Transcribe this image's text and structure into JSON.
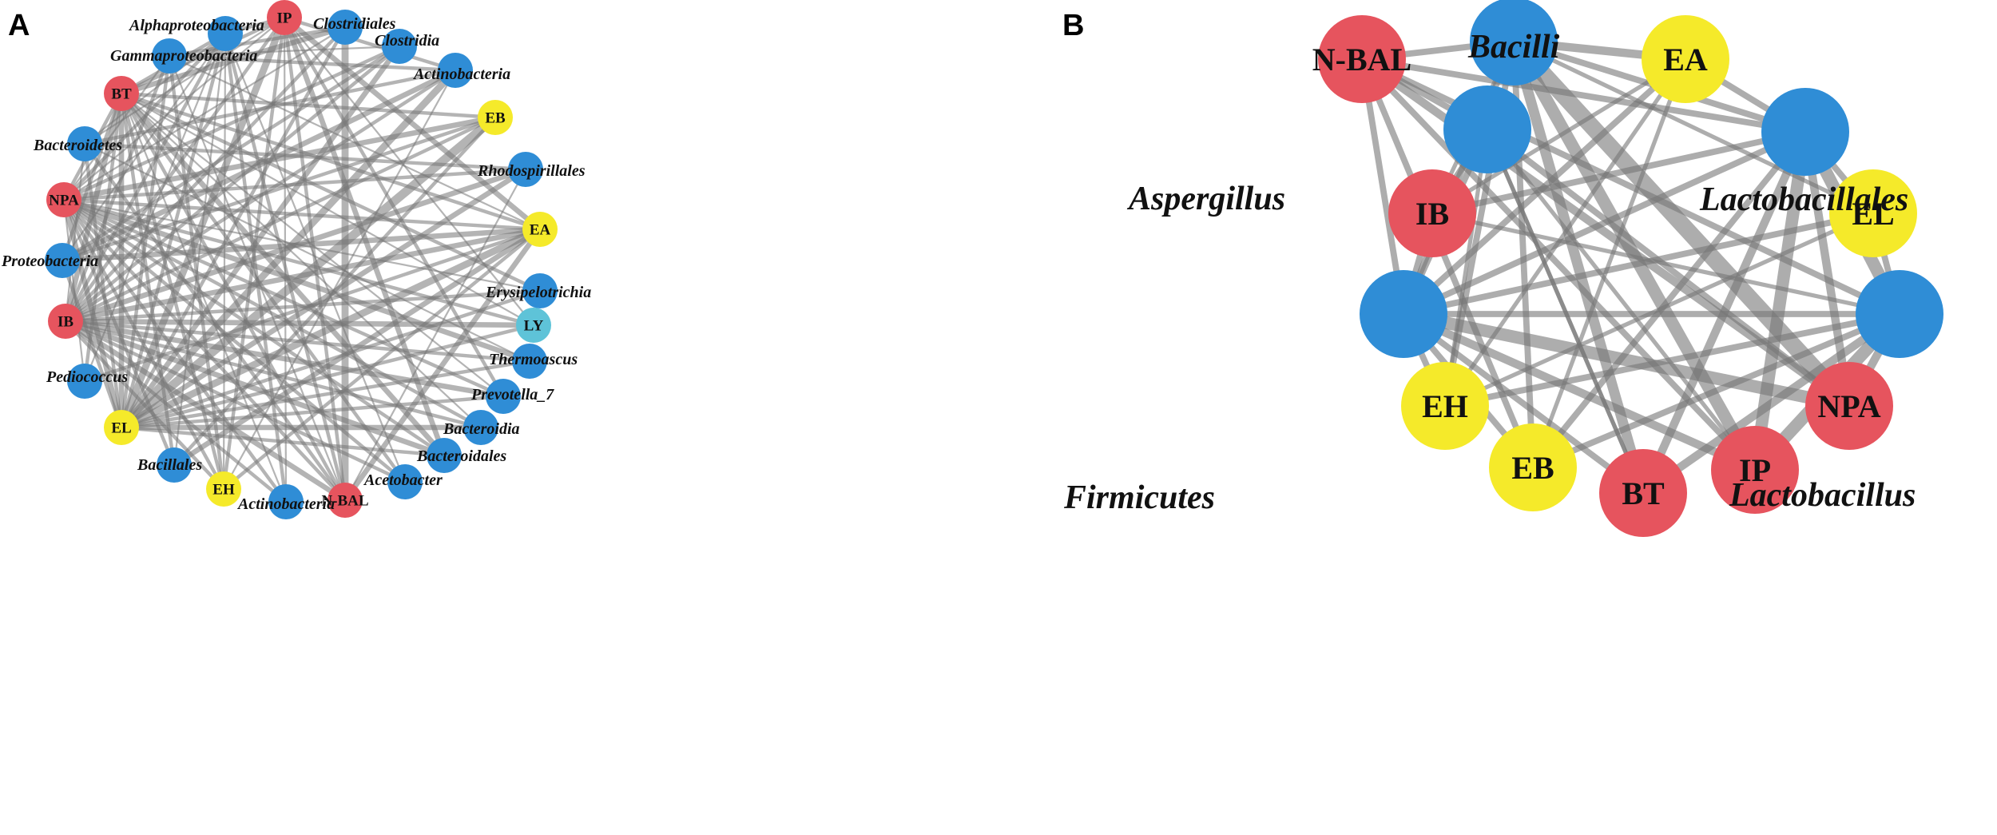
{
  "colors": {
    "taxon": "#2f8dd6",
    "treatment_red": "#e6545e",
    "treatment_yellow": "#f5ea2a",
    "cyan": "#5ec3d8",
    "edge": "#777777"
  },
  "panels": [
    {
      "letter": "A",
      "nodes": [
        {
          "name": "IP",
          "type": "treatment_red",
          "inner": true
        },
        {
          "name": "Clostridiales",
          "type": "taxon"
        },
        {
          "name": "Clostridia",
          "type": "taxon"
        },
        {
          "name": "Actinobacteria",
          "type": "taxon"
        },
        {
          "name": "EB",
          "type": "treatment_yellow",
          "inner": true
        },
        {
          "name": "Rhodospirillales",
          "type": "taxon"
        },
        {
          "name": "EA",
          "type": "treatment_yellow",
          "inner": true
        },
        {
          "name": "Erysipelotrichia",
          "type": "taxon"
        },
        {
          "name": "LY",
          "type": "cyan",
          "inner": true
        },
        {
          "name": "Thermoascus",
          "type": "taxon"
        },
        {
          "name": "Prevotella_7",
          "type": "taxon"
        },
        {
          "name": "Bacteroidia",
          "type": "taxon"
        },
        {
          "name": "Bacteroidales",
          "type": "taxon"
        },
        {
          "name": "Acetobacter",
          "type": "taxon"
        },
        {
          "name": "N-BAL",
          "type": "treatment_red",
          "inner": true
        },
        {
          "name": "Actinobacteria",
          "type": "taxon"
        },
        {
          "name": "EH",
          "type": "treatment_yellow",
          "inner": true
        },
        {
          "name": "Bacillales",
          "type": "taxon"
        },
        {
          "name": "EL",
          "type": "treatment_yellow",
          "inner": true
        },
        {
          "name": "Pediococcus",
          "type": "taxon"
        },
        {
          "name": "IB",
          "type": "treatment_red",
          "inner": true
        },
        {
          "name": "Proteobacteria",
          "type": "taxon"
        },
        {
          "name": "NPA",
          "type": "treatment_red",
          "inner": true
        },
        {
          "name": "Bacteroidetes",
          "type": "taxon"
        },
        {
          "name": "BT",
          "type": "treatment_red",
          "inner": true
        },
        {
          "name": "Gammaproteobacteria",
          "type": "taxon"
        },
        {
          "name": "Alphaproteobacteria",
          "type": "taxon"
        }
      ],
      "edges": [
        [
          0,
          3,
          2
        ],
        [
          0,
          6,
          3
        ],
        [
          0,
          8,
          1
        ],
        [
          0,
          10,
          2
        ],
        [
          0,
          12,
          3
        ],
        [
          0,
          14,
          2
        ],
        [
          0,
          15,
          1
        ],
        [
          0,
          18,
          4
        ],
        [
          0,
          20,
          2
        ],
        [
          0,
          22,
          1
        ],
        [
          0,
          24,
          2
        ],
        [
          0,
          26,
          2
        ],
        [
          0,
          23,
          1
        ],
        [
          0,
          16,
          2
        ],
        [
          1,
          14,
          4
        ],
        [
          1,
          18,
          2
        ],
        [
          1,
          20,
          2
        ],
        [
          1,
          22,
          1
        ],
        [
          1,
          24,
          3
        ],
        [
          1,
          25,
          2
        ],
        [
          2,
          18,
          3
        ],
        [
          2,
          20,
          2
        ],
        [
          2,
          22,
          2
        ],
        [
          2,
          25,
          1
        ],
        [
          2,
          21,
          2
        ],
        [
          3,
          18,
          4
        ],
        [
          3,
          20,
          2
        ],
        [
          3,
          21,
          3
        ],
        [
          3,
          23,
          2
        ],
        [
          3,
          25,
          2
        ],
        [
          3,
          16,
          1
        ],
        [
          4,
          18,
          5
        ],
        [
          4,
          20,
          2
        ],
        [
          4,
          22,
          3
        ],
        [
          4,
          24,
          2
        ],
        [
          4,
          21,
          2
        ],
        [
          4,
          17,
          2
        ],
        [
          5,
          20,
          3
        ],
        [
          5,
          22,
          2
        ],
        [
          5,
          18,
          3
        ],
        [
          5,
          14,
          1
        ],
        [
          5,
          23,
          2
        ],
        [
          6,
          18,
          4
        ],
        [
          6,
          20,
          3
        ],
        [
          6,
          22,
          2
        ],
        [
          6,
          24,
          2
        ],
        [
          6,
          21,
          3
        ],
        [
          6,
          16,
          2
        ],
        [
          6,
          14,
          3
        ],
        [
          6,
          19,
          2
        ],
        [
          6,
          17,
          3
        ],
        [
          6,
          25,
          1
        ],
        [
          7,
          18,
          2
        ],
        [
          7,
          20,
          2
        ],
        [
          7,
          22,
          1
        ],
        [
          7,
          24,
          2
        ],
        [
          8,
          20,
          3
        ],
        [
          8,
          22,
          2
        ],
        [
          8,
          18,
          2
        ],
        [
          8,
          24,
          1
        ],
        [
          9,
          20,
          2
        ],
        [
          9,
          22,
          3
        ],
        [
          9,
          18,
          2
        ],
        [
          9,
          23,
          1
        ],
        [
          10,
          20,
          3
        ],
        [
          10,
          22,
          2
        ],
        [
          10,
          18,
          2
        ],
        [
          10,
          24,
          1
        ],
        [
          11,
          20,
          2
        ],
        [
          11,
          22,
          2
        ],
        [
          11,
          24,
          1
        ],
        [
          11,
          18,
          3
        ],
        [
          12,
          20,
          3
        ],
        [
          12,
          22,
          2
        ],
        [
          12,
          24,
          3
        ],
        [
          12,
          18,
          2
        ],
        [
          13,
          20,
          2
        ],
        [
          13,
          22,
          2
        ],
        [
          13,
          24,
          2
        ],
        [
          13,
          26,
          1
        ],
        [
          14,
          20,
          3
        ],
        [
          14,
          22,
          2
        ],
        [
          14,
          24,
          2
        ],
        [
          14,
          26,
          2
        ],
        [
          14,
          25,
          1
        ],
        [
          14,
          23,
          2
        ],
        [
          15,
          20,
          2
        ],
        [
          15,
          22,
          2
        ],
        [
          15,
          24,
          1
        ],
        [
          15,
          26,
          2
        ],
        [
          16,
          20,
          2
        ],
        [
          16,
          22,
          2
        ],
        [
          16,
          24,
          2
        ],
        [
          16,
          26,
          1
        ],
        [
          16,
          25,
          2
        ],
        [
          17,
          22,
          2
        ],
        [
          17,
          24,
          2
        ],
        [
          17,
          26,
          1
        ],
        [
          18,
          22,
          3
        ],
        [
          18,
          24,
          3
        ],
        [
          18,
          26,
          2
        ],
        [
          18,
          25,
          2
        ],
        [
          18,
          21,
          2
        ],
        [
          18,
          23,
          2
        ],
        [
          19,
          22,
          1
        ],
        [
          19,
          24,
          2
        ],
        [
          19,
          26,
          1
        ],
        [
          20,
          24,
          3
        ],
        [
          20,
          26,
          2
        ],
        [
          20,
          25,
          2
        ],
        [
          20,
          23,
          1
        ],
        [
          21,
          24,
          2
        ],
        [
          21,
          26,
          1
        ],
        [
          22,
          24,
          2
        ],
        [
          22,
          26,
          2
        ],
        [
          22,
          25,
          1
        ],
        [
          23,
          26,
          1
        ],
        [
          24,
          26,
          2
        ]
      ]
    },
    {
      "letter": "B",
      "nodes": [
        {
          "name": "Bacilli",
          "type": "taxon"
        },
        {
          "name": "EA",
          "type": "treatment_yellow",
          "inner": true
        },
        {
          "name": "Lactobacillales",
          "type": "taxon"
        },
        {
          "name": "EL",
          "type": "treatment_yellow",
          "inner": true
        },
        {
          "name": "Lactobacillus",
          "type": "taxon"
        },
        {
          "name": "NPA",
          "type": "treatment_red",
          "inner": true
        },
        {
          "name": "IP",
          "type": "treatment_red",
          "inner": true
        },
        {
          "name": "BT",
          "type": "treatment_red",
          "inner": true
        },
        {
          "name": "EB",
          "type": "treatment_yellow",
          "inner": true
        },
        {
          "name": "EH",
          "type": "treatment_yellow",
          "inner": true
        },
        {
          "name": "Firmicutes",
          "type": "taxon"
        },
        {
          "name": "IB",
          "type": "treatment_red",
          "inner": true
        },
        {
          "name": "Aspergillus",
          "type": "taxon"
        },
        {
          "name": "N-BAL",
          "type": "treatment_red",
          "inner": true
        }
      ],
      "edges": [
        [
          0,
          1,
          4
        ],
        [
          0,
          13,
          3
        ],
        [
          0,
          2,
          3
        ],
        [
          0,
          5,
          8
        ],
        [
          0,
          6,
          6
        ],
        [
          0,
          7,
          5
        ],
        [
          0,
          8,
          3
        ],
        [
          0,
          9,
          3
        ],
        [
          0,
          10,
          3
        ],
        [
          0,
          3,
          2
        ],
        [
          0,
          11,
          2
        ],
        [
          1,
          2,
          3
        ],
        [
          1,
          10,
          3
        ],
        [
          1,
          9,
          2
        ],
        [
          1,
          8,
          2
        ],
        [
          1,
          11,
          2
        ],
        [
          2,
          3,
          3
        ],
        [
          2,
          11,
          3
        ],
        [
          2,
          10,
          3
        ],
        [
          2,
          5,
          4
        ],
        [
          2,
          6,
          6
        ],
        [
          2,
          7,
          4
        ],
        [
          2,
          8,
          3
        ],
        [
          2,
          13,
          3
        ],
        [
          2,
          4,
          6
        ],
        [
          3,
          4,
          3
        ],
        [
          3,
          10,
          3
        ],
        [
          3,
          9,
          2
        ],
        [
          4,
          10,
          3
        ],
        [
          4,
          5,
          4
        ],
        [
          4,
          6,
          6
        ],
        [
          4,
          7,
          4
        ],
        [
          4,
          8,
          3
        ],
        [
          4,
          9,
          3
        ],
        [
          4,
          13,
          3
        ],
        [
          4,
          11,
          2
        ],
        [
          5,
          10,
          6
        ],
        [
          5,
          13,
          4
        ],
        [
          5,
          12,
          3
        ],
        [
          6,
          10,
          4
        ],
        [
          6,
          13,
          3
        ],
        [
          6,
          12,
          2
        ],
        [
          7,
          10,
          3
        ],
        [
          7,
          12,
          2
        ],
        [
          8,
          10,
          3
        ],
        [
          8,
          13,
          3
        ],
        [
          9,
          10,
          3
        ],
        [
          9,
          12,
          2
        ],
        [
          10,
          11,
          3
        ],
        [
          10,
          12,
          3
        ],
        [
          10,
          13,
          3
        ],
        [
          11,
          12,
          3
        ],
        [
          12,
          13,
          3
        ],
        [
          12,
          7,
          2
        ]
      ]
    }
  ]
}
